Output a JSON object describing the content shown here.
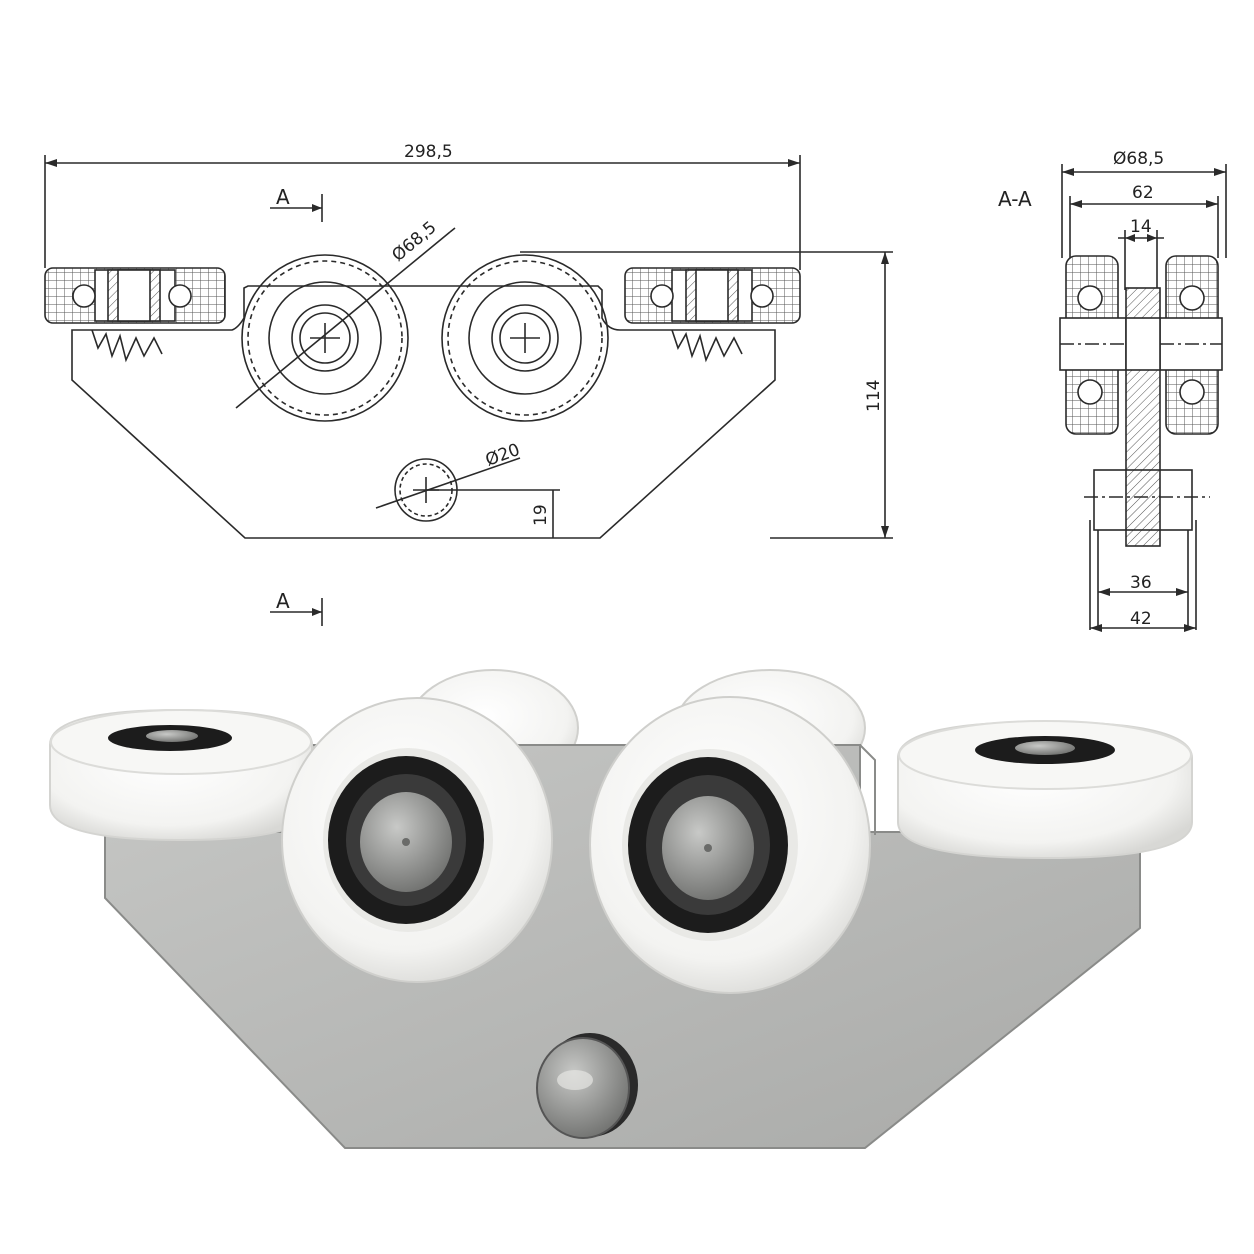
{
  "drawing": {
    "overall_width": "298,5",
    "height": "114",
    "wheel_diameter": "Ø68,5",
    "pin_diameter": "Ø20",
    "pin_offset": "19",
    "section_marker": "A"
  },
  "section_view": {
    "title": "A-A",
    "wheel_diameter": "Ø68,5",
    "width_62": "62",
    "width_14": "14",
    "width_36": "36",
    "width_42": "42"
  },
  "colors": {
    "line": "#2a2a2a",
    "plate": "#b9bab8",
    "plate_shadow": "#9fa09e",
    "wheel": "#f8f8f6",
    "bearing": "#1c1c1c",
    "axle": "#8e8f8d"
  }
}
